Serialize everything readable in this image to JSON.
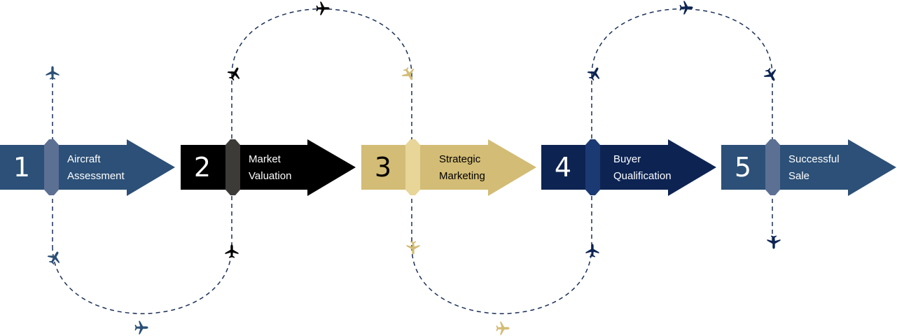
{
  "diagram": {
    "steps": [
      {
        "number": "1",
        "label_line1": "Aircraft",
        "label_line2": "Assessment",
        "color": "#2c5077",
        "band_color": "#5b7093",
        "text_color": "#ffffff"
      },
      {
        "number": "2",
        "label_line1": "Market",
        "label_line2": "Valuation",
        "color": "#000000",
        "band_color": "#3d3b37",
        "text_color": "#ffffff"
      },
      {
        "number": "3",
        "label_line1": "Strategic",
        "label_line2": "Marketing",
        "color": "#d3bc75",
        "band_color": "#e8d598",
        "text_color": "#000000"
      },
      {
        "number": "4",
        "label_line1": "Buyer",
        "label_line2": "Qualification",
        "color": "#0d2453",
        "band_color": "#1b3a74",
        "text_color": "#ffffff"
      },
      {
        "number": "5",
        "label_line1": "Successful",
        "label_line2": "Sale",
        "color": "#2c5077",
        "band_color": "#5b7093",
        "text_color": "#ffffff"
      }
    ],
    "flight_path_color": "#1a2f58",
    "plane_colors": {
      "navy_blue": "#2c5077",
      "black": "#000000",
      "gold": "#d3bc75",
      "dark_navy": "#0d2453"
    },
    "icons": [
      "airplane-icon"
    ]
  }
}
